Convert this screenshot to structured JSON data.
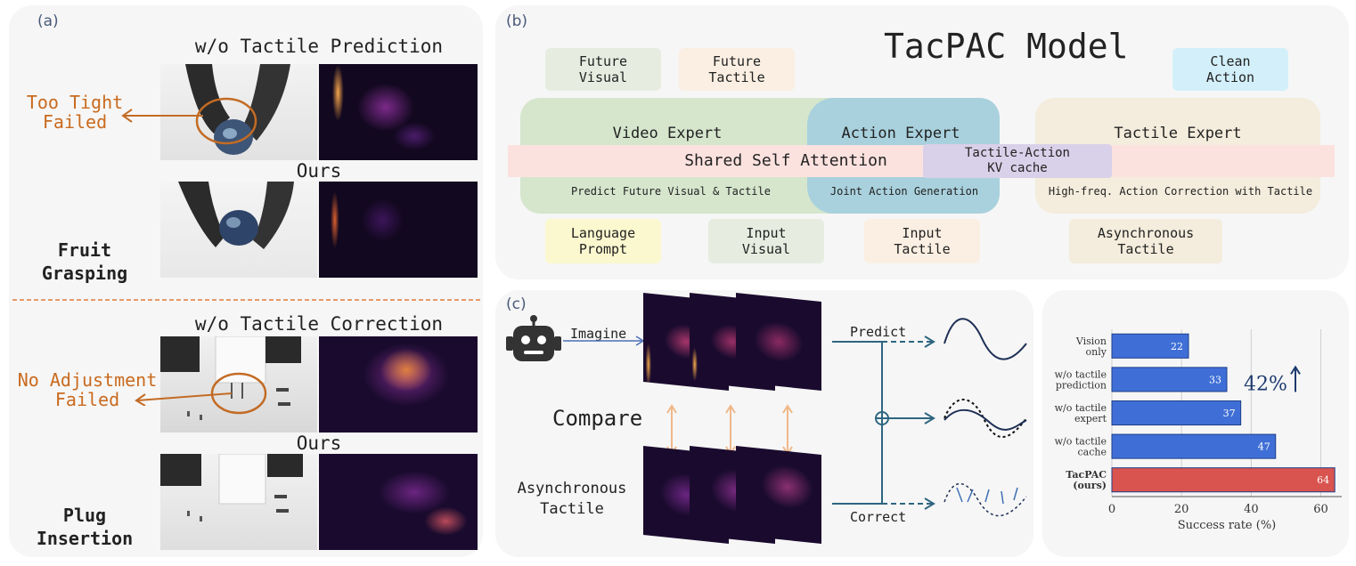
{
  "panel_a": {
    "label": "(a)",
    "fruit": {
      "heading_top": "w/o Tactile Prediction",
      "failure_note": "Too Tight\nFailed",
      "heading_ours": "Ours",
      "task_name": "Fruit\nGrasping"
    },
    "plug": {
      "heading_top": "w/o Tactile Correction",
      "failure_note": "No Adjustment\nFailed",
      "heading_ours": "Ours",
      "task_name": "Plug\nInsertion"
    }
  },
  "panel_b": {
    "label": "(b)",
    "title": "TacPAC Model",
    "outputs": {
      "future_visual": "Future\nVisual",
      "future_tactile": "Future\nTactile",
      "clean_action": "Clean\nAction"
    },
    "experts": {
      "video": "Video Expert",
      "action": "Action Expert",
      "tactile": "Tactile Expert"
    },
    "attention": "Shared Self Attention",
    "kv_cache": "Tactile-Action\nKV cache",
    "tasks": {
      "video": "Predict Future Visual & Tactile",
      "action": "Joint Action Generation",
      "tactile": "High-freq. Action Correction with Tactile"
    },
    "inputs": {
      "language": "Language\nPrompt",
      "visual": "Input\nVisual",
      "tactile": "Input\nTactile",
      "async": "Asynchronous\nTactile"
    },
    "colors": {
      "video": "#d5e6cd",
      "action": "#a9d1dd",
      "tactile": "#f4ecdc",
      "attention": "#fce2df",
      "kv": "#d9d0e9",
      "language": "#fbf8cf",
      "input_visual": "#e6ede0",
      "input_tactile": "#faefe2",
      "clean_action": "#d3f0fa"
    }
  },
  "panel_c": {
    "label": "(c)",
    "imagine": "Imagine",
    "compare": "Compare",
    "async_tactile": "Asynchronous\nTactile",
    "predict": "Predict",
    "correct": "Correct"
  },
  "chart_data": {
    "type": "bar",
    "orientation": "horizontal",
    "categories": [
      "Vision\nonly",
      "w/o tactile\nprediction",
      "w/o tactile\nexpert",
      "w/o tactile\ncache",
      "TacPAC\n(ours)"
    ],
    "values": [
      22,
      33,
      37,
      47,
      64
    ],
    "bar_colors": [
      "#3f6fd6",
      "#3f6fd6",
      "#3f6fd6",
      "#3f6fd6",
      "#d9534f"
    ],
    "xlabel": "Success rate (%)",
    "xticks": [
      0,
      20,
      40,
      60
    ],
    "xlim": [
      0,
      66
    ],
    "grid": "vertical",
    "annotation": "42%"
  }
}
